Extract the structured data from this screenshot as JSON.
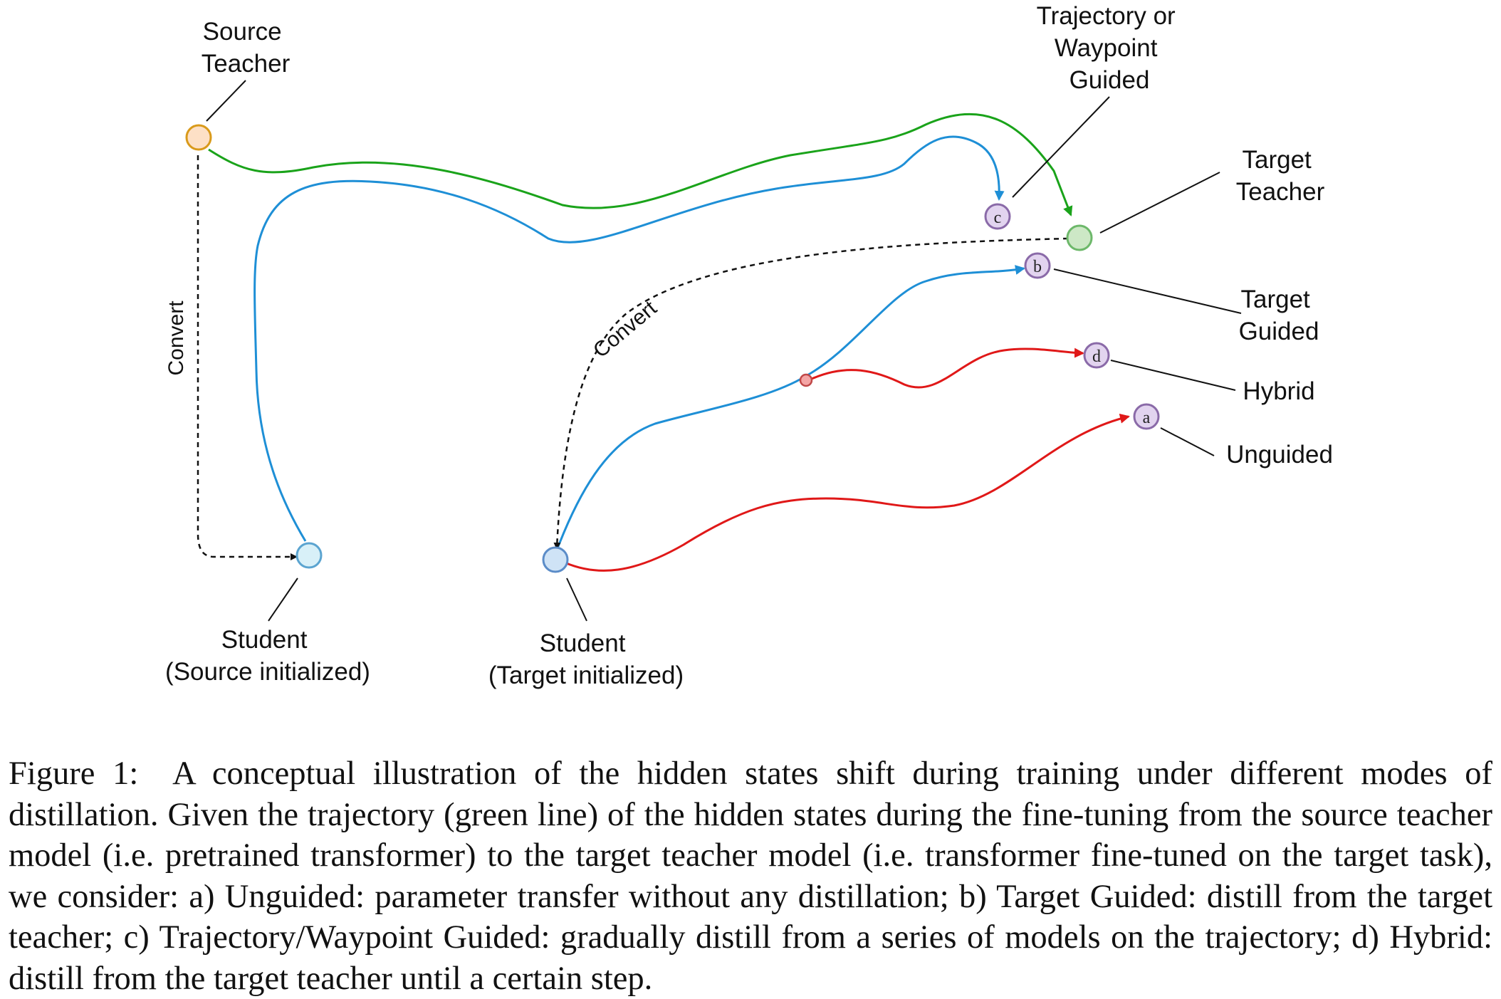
{
  "labels": {
    "source_teacher": [
      "Source",
      "Teacher"
    ],
    "target_teacher": [
      "Target",
      "Teacher"
    ],
    "trajectory_guided": [
      "Trajectory or",
      "Waypoint",
      "Guided"
    ],
    "target_guided": [
      "Target",
      "Guided"
    ],
    "hybrid": "Hybrid",
    "unguided": "Unguided",
    "student_source": [
      "Student",
      "(Source initialized)"
    ],
    "student_target": [
      "Student",
      "(Target initialized)"
    ],
    "convert_left": "Convert",
    "convert_right": "Convert"
  },
  "nodes": {
    "a": "a",
    "b": "b",
    "c": "c",
    "d": "d"
  },
  "colors": {
    "trajectory_green": "#1aa31a",
    "blue_path": "#1e8fd6",
    "red_path": "#e01818",
    "source_teacher_fill": "#fde0c6",
    "source_teacher_stroke": "#d99a1a",
    "target_teacher_fill": "#cde8c6",
    "target_teacher_stroke": "#6db86a",
    "student_source_fill": "#d8f0f8",
    "student_source_stroke": "#5ba4d0",
    "student_target_fill": "#cfe3f6",
    "student_target_stroke": "#5b8cc8",
    "lettered_node_fill": "#e2d4ef",
    "lettered_node_stroke": "#8a6aa8",
    "branch_point_fill": "#f4a5a5",
    "branch_point_stroke": "#c04848"
  },
  "caption": "Figure 1:  A conceptual illustration of the hidden states shift during training under different modes of distillation. Given the trajectory (green line) of the hidden states during the fine-tuning from the source teacher model (i.e. pretrained transformer) to the target teacher model (i.e. transformer fine-tuned on the target task), we consider: a) Unguided: parameter transfer without any distillation; b) Target Guided: distill from the target teacher; c) Trajectory/Waypoint Guided: gradually distill from a series of models on the trajectory; d) Hybrid: distill from the target teacher until a certain step."
}
